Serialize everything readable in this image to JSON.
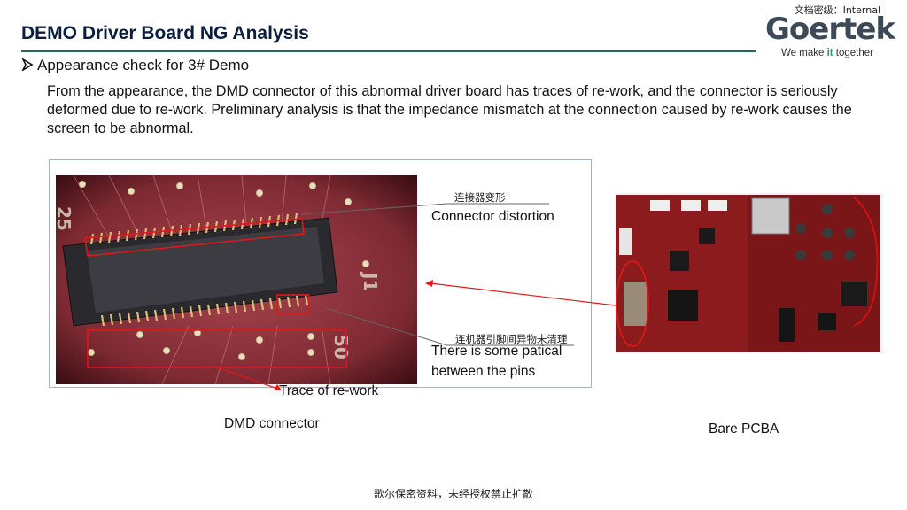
{
  "classification": "文档密级：Internal",
  "title": "DEMO Driver Board NG Analysis",
  "logo": {
    "word": "Goertek",
    "tagline_pre": "We make ",
    "tagline_it": "it",
    "tagline_post": " together",
    "color": "#3b4a56",
    "accent": "#1aa05a"
  },
  "bullet": {
    "icon": "arrowhead-bullet-icon",
    "text": "Appearance check for 3# Demo"
  },
  "body": "From the appearance, the DMD connector of this abnormal driver board has traces of re-work, and the connector is seriously deformed due to re-work. Preliminary analysis is that the impedance mismatch at the connection caused by re-work causes the screen to be abnormal.",
  "annotations": {
    "distortion_cn": "连接器变形",
    "distortion_en": "Connector distortion",
    "pins_cn": "连机器引脚间异物未清理",
    "pins_en_1": "There is some patical",
    "pins_en_2": "between the pins",
    "rework": "Trace of re-work"
  },
  "captions": {
    "left": "DMD connector",
    "right": "Bare PCBA"
  },
  "footer": "歌尔保密资料，未经授权禁止扩散",
  "colors": {
    "title": "#0b1e3d",
    "rule": "#1f6b5a",
    "highlight": "#e01818"
  }
}
